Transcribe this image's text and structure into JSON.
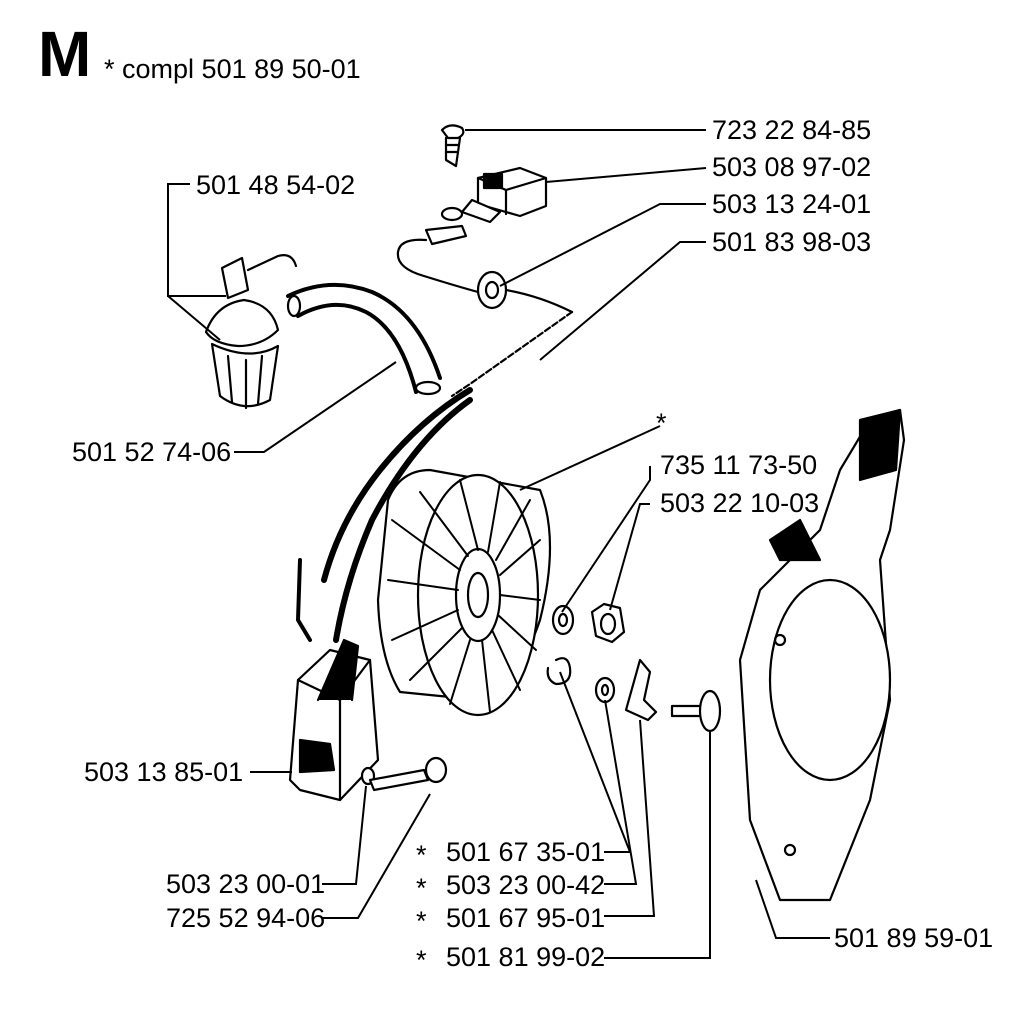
{
  "header": {
    "section_letter": "M",
    "star": "*",
    "compl_text": "compl 501 89 50-01"
  },
  "parts": {
    "screw_top": "723 22 84-85",
    "switch": "503 08 97-02",
    "cable_1": "503 13 24-01",
    "cable_2": "501 83 98-03",
    "fuel_cap": "501 48 54-02",
    "fuel_hose": "501 52 74-06",
    "flywheel_star": "*",
    "washer": "735 11 73-50",
    "nut": "503 22 10-03",
    "ignition_module": "503 13 85-01",
    "spring": "501 67 35-01",
    "washer_small": "503 23 00-42",
    "pawl": "501 67 95-01",
    "screw_pawl": "501 81 99-02",
    "washer_module": "503 23 00-01",
    "screw_module": "725 52 94-06",
    "cover": "501 89 59-01"
  },
  "asterisks": {
    "spring": "*",
    "washer_small": "*",
    "pawl": "*",
    "screw_pawl": "*"
  }
}
